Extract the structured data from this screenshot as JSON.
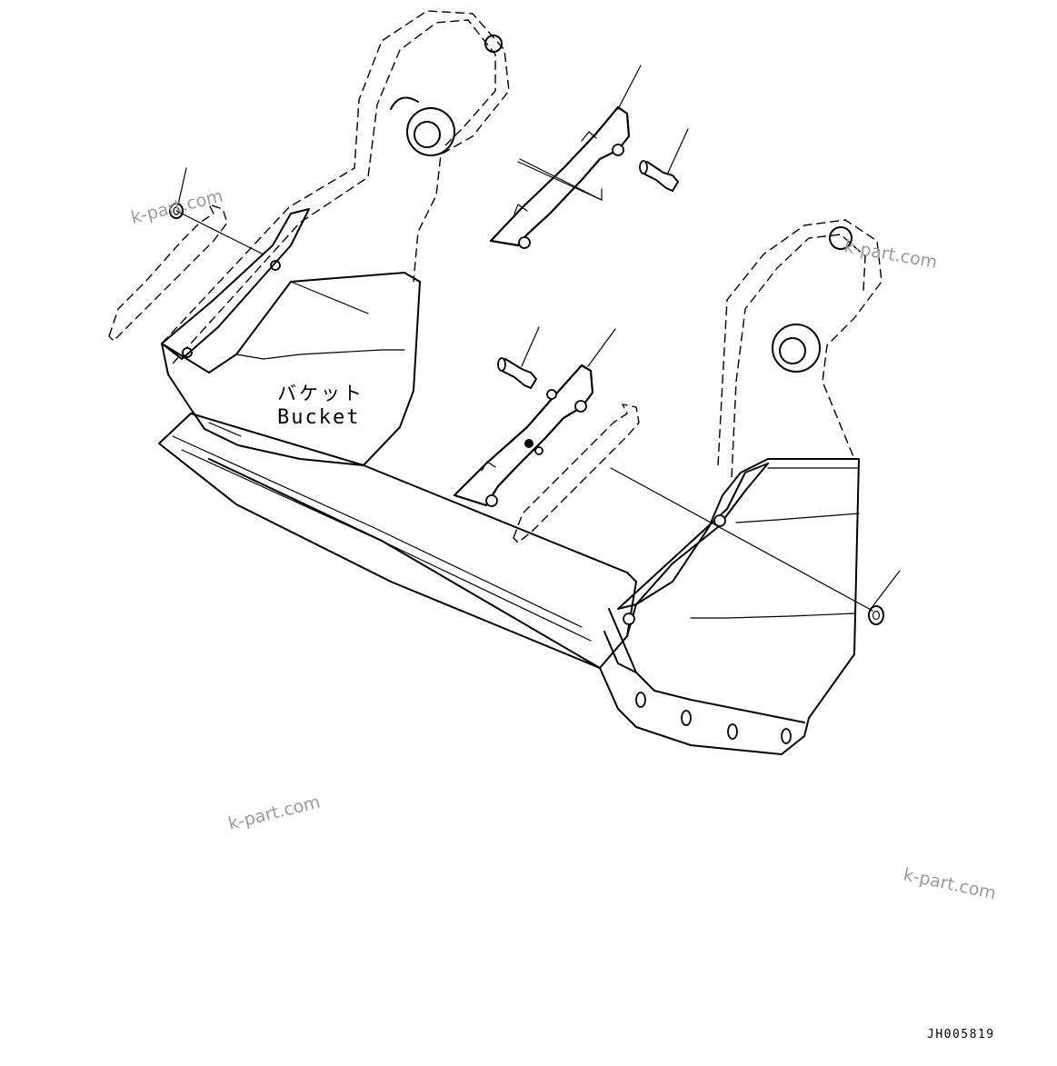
{
  "diagram": {
    "label_jp": "バケット",
    "label_en": "Bucket",
    "drawing_code": "JH005819"
  },
  "watermarks": [
    "k-part.com",
    "k-part.com",
    "k-part.com",
    "k-part.com"
  ]
}
